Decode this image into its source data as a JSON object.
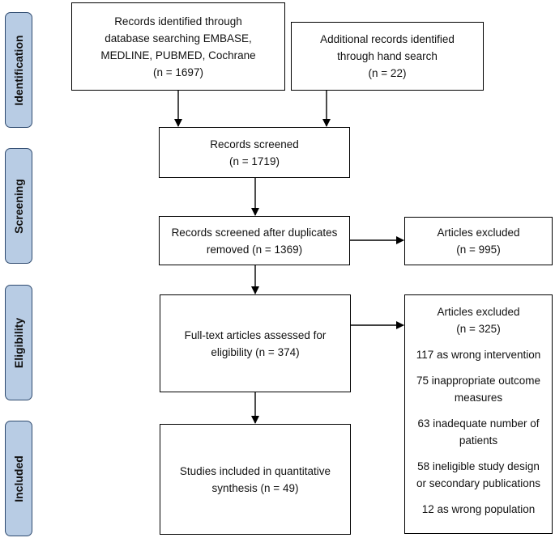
{
  "stages": {
    "identification": "Identification",
    "screening": "Screening",
    "eligibility": "Eligibility",
    "included": "Included"
  },
  "boxes": {
    "database": {
      "line1": "Records identified through",
      "line2": "database searching EMBASE,",
      "line3": "MEDLINE, PUBMED, Cochrane",
      "count": "(n = 1697)"
    },
    "hand_search": {
      "line1": "Additional records identified",
      "line2": "through hand search",
      "count": "(n = 22)"
    },
    "screened": {
      "line1": "Records screened",
      "count": "(n = 1719)"
    },
    "after_duplicates": {
      "line1": "Records screened after duplicates",
      "line2": "removed (n = 1369)"
    },
    "excluded_1": {
      "line1": "Articles excluded",
      "count": "(n = 995)"
    },
    "fulltext": {
      "line1": "Full-text articles assessed for",
      "line2": "eligibility (n = 374)"
    },
    "excluded_2": {
      "line1": "Articles excluded",
      "count": "(n = 325)",
      "reasons": [
        [
          "117 as wrong intervention"
        ],
        [
          "75 inappropriate outcome",
          "measures"
        ],
        [
          "63 inadequate number of",
          "patients"
        ],
        [
          "58 ineligible study design",
          "or secondary publications"
        ],
        [
          "12 as wrong population"
        ]
      ]
    },
    "included": {
      "line1": "Studies included in quantitative",
      "line2": "synthesis (n = 49)"
    }
  }
}
